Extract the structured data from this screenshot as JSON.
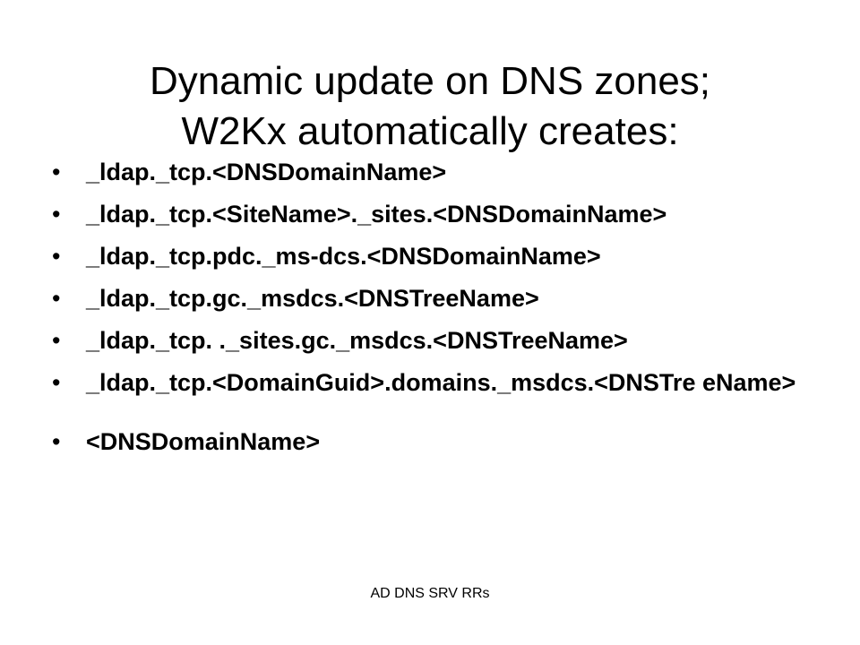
{
  "slide": {
    "title_line1": "Dynamic update on DNS zones;",
    "title_line2": "W2Kx automatically creates:",
    "bullet_symbol": "•",
    "bullets": [
      "_ldap._tcp.<DNSDomainName>",
      "_ldap._tcp.<SiteName>._sites.<DNSDomainName>",
      "_ldap._tcp.pdc._ms-dcs.<DNSDomainName>",
      "_ldap._tcp.gc._msdcs.<DNSTreeName>",
      "_ldap._tcp. ._sites.gc._msdcs.<DNSTreeName>",
      "_ldap._tcp.<DomainGuid>.domains._msdcs.<DNSTre eName>",
      "<DNSDomainName>"
    ],
    "footer": "AD DNS SRV RRs"
  }
}
